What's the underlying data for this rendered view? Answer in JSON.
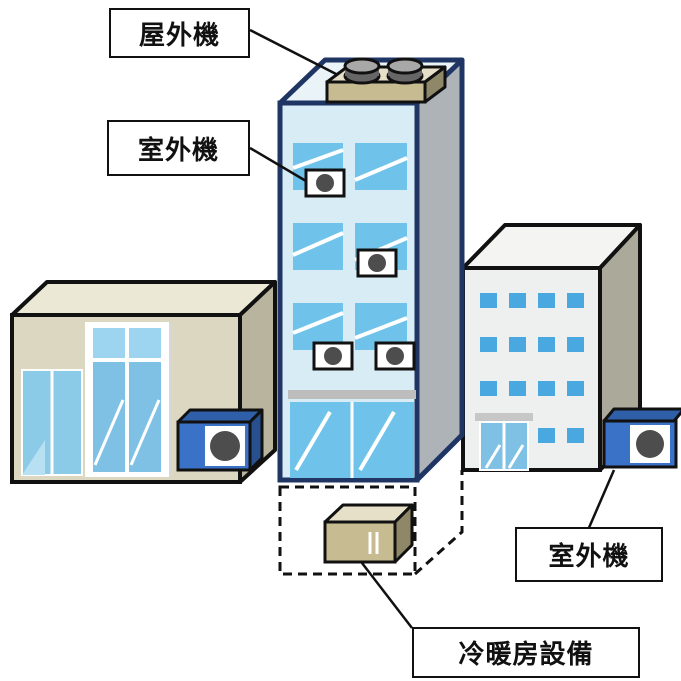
{
  "labels": {
    "rooftop_unit": "屋外機",
    "outdoor_unit_center": "室外機",
    "outdoor_unit_right": "室外機",
    "hvac_equipment": "冷暖房設備"
  },
  "colors": {
    "outline": "#111111",
    "tower_border": "#1f3563",
    "glass": "#d7ecf4",
    "window": "#6fc3ea",
    "left_building": "#dcd7c0",
    "right_building": "#eef0f0",
    "unit_blue": "#3a72c8",
    "equipment_box": "#c7bb92"
  }
}
